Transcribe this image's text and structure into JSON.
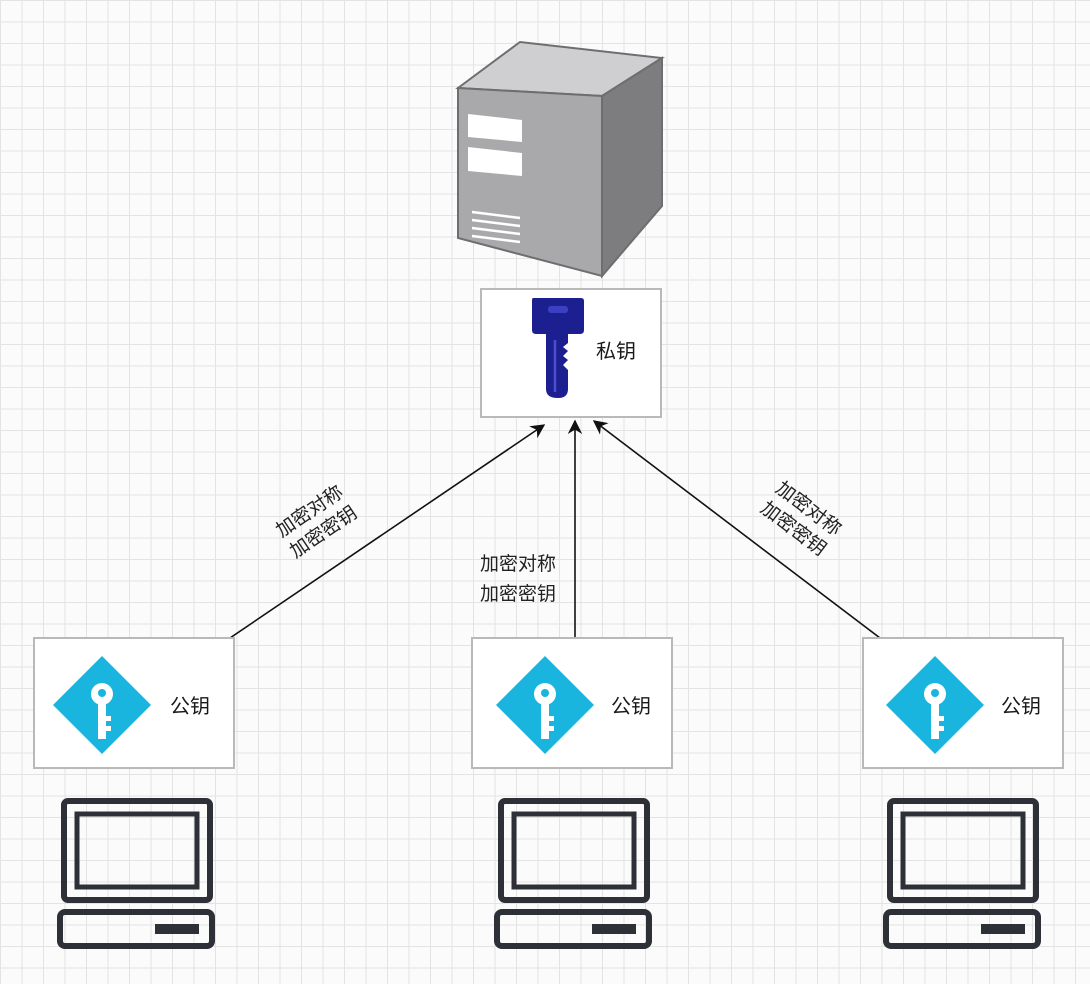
{
  "colors": {
    "private_key": "#1c1f8f",
    "public_key_badge": "#1ab5df",
    "server_front": "#a9a9ab",
    "server_side": "#7d7d80",
    "laptop_outline": "#2d3137"
  },
  "server": {
    "icon": "server-icon"
  },
  "private_key_node": {
    "icon": "key-icon",
    "label": "私钥"
  },
  "clients": [
    {
      "public_key_label": "公钥",
      "icon": "public-key-icon",
      "device": "laptop-icon"
    },
    {
      "public_key_label": "公钥",
      "icon": "public-key-icon",
      "device": "laptop-icon"
    },
    {
      "public_key_label": "公钥",
      "icon": "public-key-icon",
      "device": "laptop-icon"
    }
  ],
  "edges": [
    {
      "from": "client-1",
      "to": "private-key",
      "label_line1": "加密对称",
      "label_line2": "加密密钥"
    },
    {
      "from": "client-2",
      "to": "private-key",
      "label_line1": "加密对称",
      "label_line2": "加密密钥"
    },
    {
      "from": "client-3",
      "to": "private-key",
      "label_line1": "加密对称",
      "label_line2": "加密密钥"
    }
  ]
}
